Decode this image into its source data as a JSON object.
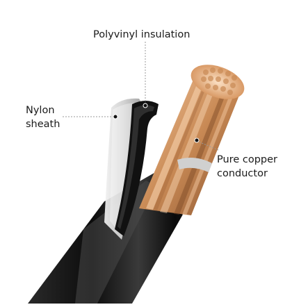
{
  "callouts": {
    "polyvinyl": "Polyvinyl insulation",
    "nylon": {
      "line1": "Nylon",
      "line2": "sheath"
    },
    "copper": {
      "line1": "Pure copper",
      "line2": "conductor"
    }
  },
  "colors": {
    "copper": "#c98a55",
    "copper_light": "#f0c29a",
    "copper_dark": "#8a5430",
    "insulation": "#111111",
    "sheath": "#d9d9d9",
    "leader": "#9a9a9a"
  }
}
